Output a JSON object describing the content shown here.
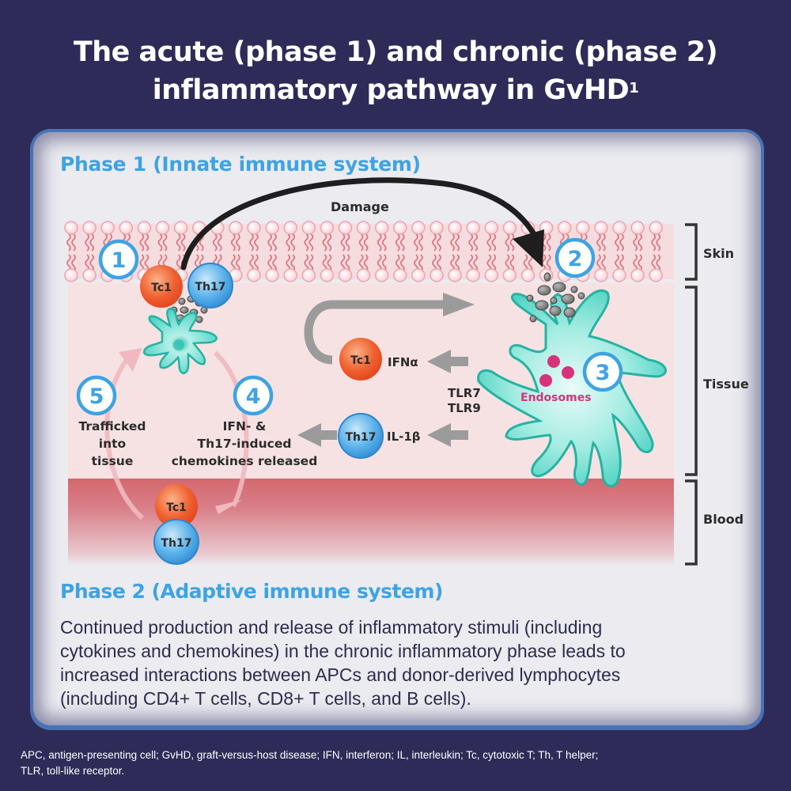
{
  "title": {
    "line1": "The acute (phase 1) and chronic (phase 2)",
    "line2": "inflammatory pathway in GvHD",
    "superscript": "1"
  },
  "phase1": {
    "heading": "Phase 1 (Innate immune system)",
    "damage_label": "Damage",
    "steps": [
      {
        "number": "1"
      },
      {
        "number": "2"
      },
      {
        "number": "3"
      },
      {
        "number": "4",
        "label_lines": [
          "IFN- &",
          "Th17-induced",
          "chemokines released"
        ]
      },
      {
        "number": "5",
        "label_lines": [
          "Trafficked",
          "into",
          "tissue"
        ]
      }
    ],
    "cells": {
      "tc1": "Tc1",
      "th17": "Th17"
    },
    "cytokines": {
      "ifn_alpha": "IFNα",
      "il_1beta": "IL-1β"
    },
    "receptors": [
      "TLR7",
      "TLR9"
    ],
    "endosomes_label": "Endosomes",
    "layers": [
      "Skin",
      "Tissue",
      "Blood"
    ],
    "colors": {
      "tc1": "#f0552b",
      "th17": "#3a9be0",
      "apc": "#4fd3c4",
      "step_ring": "#3ea3e3",
      "endosome": "#d6337a",
      "blood": "#d4686e",
      "tissue": "#f7e2e3"
    }
  },
  "phase2": {
    "heading": "Phase 2 (Adaptive immune system)",
    "body": "Continued production and release of inflammatory stimuli (including cytokines and chemokines) in the chronic inflammatory phase leads to increased interactions between APCs and donor-derived lymphocytes (including CD4+ T cells, CD8+ T cells, and B cells)."
  },
  "footnote": {
    "line1": "APC, antigen-presenting cell; GvHD, graft-versus-host disease; IFN, interferon; IL, interleukin; Tc, cytotoxic T; Th, T helper;",
    "line2": "TLR, toll-like receptor."
  }
}
